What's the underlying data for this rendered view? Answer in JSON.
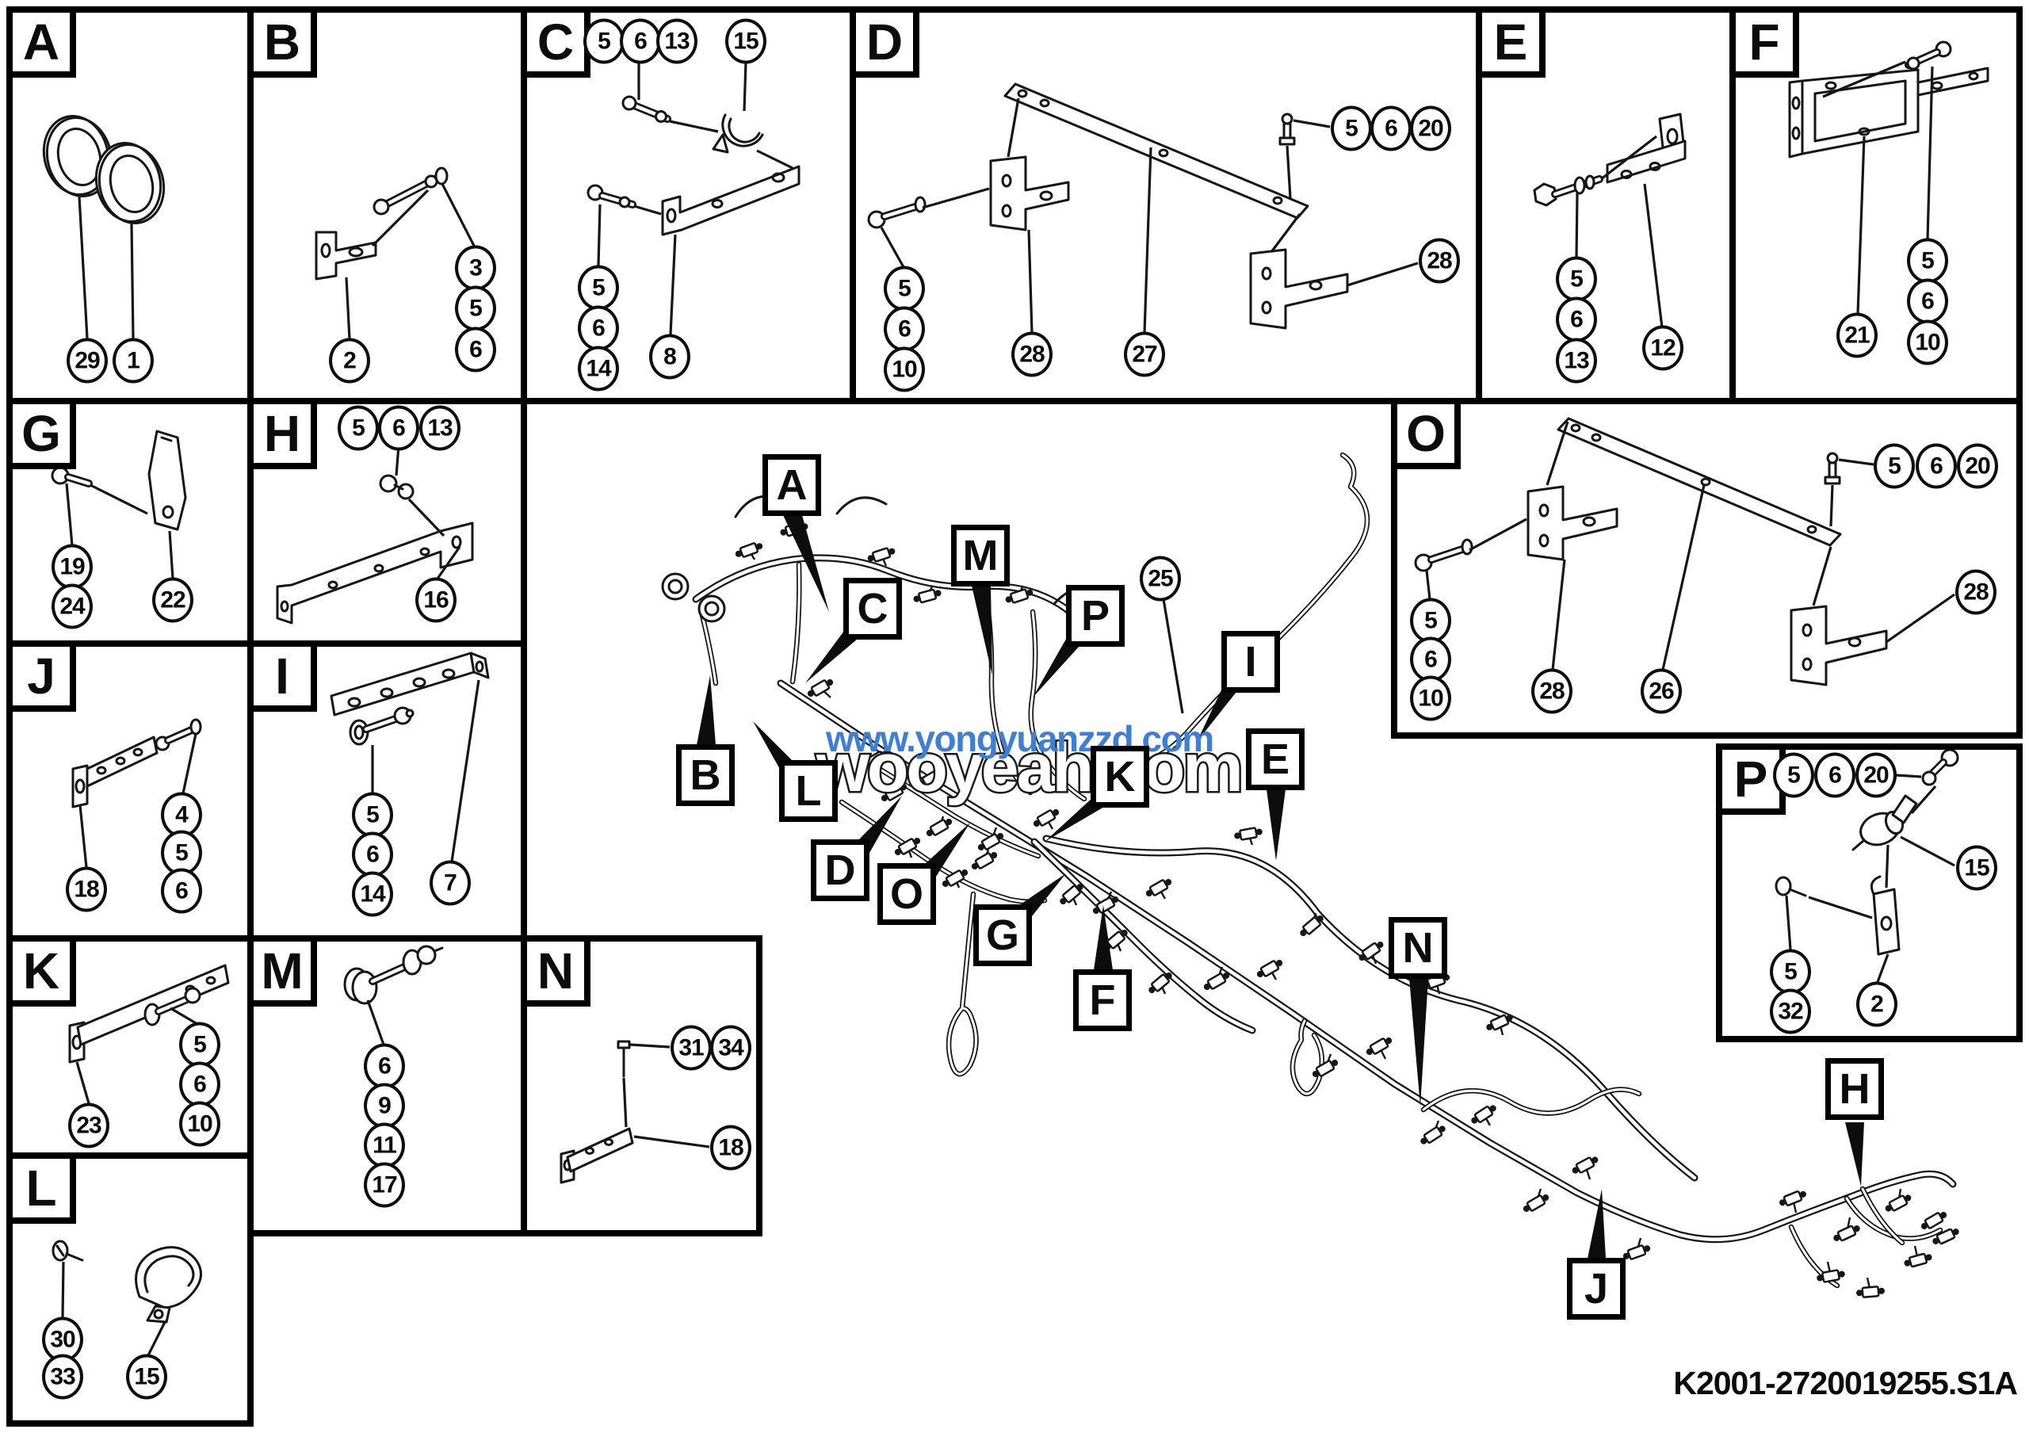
{
  "doc": {
    "part_code": "K2001-2720019255.S1A"
  },
  "watermark": {
    "back_text": "wooyeah.com",
    "front_text": "www.yongyuanzzd.com",
    "front_color": "#3d7ed8"
  },
  "panels": {
    "A": {
      "letter": "A",
      "callouts": [
        "29",
        "1"
      ]
    },
    "B": {
      "letter": "B",
      "callouts": [
        "2",
        "3",
        "5",
        "6"
      ]
    },
    "C": {
      "letter": "C",
      "callouts": [
        "5",
        "6",
        "13",
        "15",
        "5",
        "6",
        "14",
        "8"
      ]
    },
    "D": {
      "letter": "D",
      "callouts": [
        "5",
        "6",
        "20",
        "28",
        "5",
        "6",
        "10",
        "28",
        "27"
      ]
    },
    "E": {
      "letter": "E",
      "callouts": [
        "5",
        "6",
        "13",
        "12"
      ]
    },
    "F": {
      "letter": "F",
      "callouts": [
        "21",
        "5",
        "6",
        "10"
      ]
    },
    "G": {
      "letter": "G",
      "callouts": [
        "19",
        "24",
        "22"
      ]
    },
    "H": {
      "letter": "H",
      "callouts": [
        "5",
        "6",
        "13",
        "16"
      ]
    },
    "J": {
      "letter": "J",
      "callouts": [
        "18",
        "4",
        "5",
        "6"
      ]
    },
    "I": {
      "letter": "I",
      "callouts": [
        "5",
        "6",
        "14",
        "7"
      ]
    },
    "K": {
      "letter": "K",
      "callouts": [
        "23",
        "5",
        "6",
        "10"
      ]
    },
    "M": {
      "letter": "M",
      "callouts": [
        "6",
        "9",
        "11",
        "17"
      ]
    },
    "N": {
      "letter": "N",
      "callouts": [
        "31",
        "34",
        "18"
      ]
    },
    "L": {
      "letter": "L",
      "callouts": [
        "30",
        "33",
        "15"
      ]
    },
    "O": {
      "letter": "O",
      "callouts": [
        "5",
        "6",
        "20",
        "28",
        "5",
        "6",
        "10",
        "28",
        "26"
      ]
    },
    "P": {
      "letter": "P",
      "callouts": [
        "5",
        "6",
        "20",
        "15",
        "5",
        "32",
        "2"
      ]
    }
  },
  "diagram": {
    "labels": {
      "A": "A",
      "B": "B",
      "C": "C",
      "D": "D",
      "E": "E",
      "F": "F",
      "G": "G",
      "H": "H",
      "I": "I",
      "J": "J",
      "K": "K",
      "L": "L",
      "M": "M",
      "N": "N",
      "O": "O",
      "P": "P"
    },
    "pipe_callout": "25"
  }
}
